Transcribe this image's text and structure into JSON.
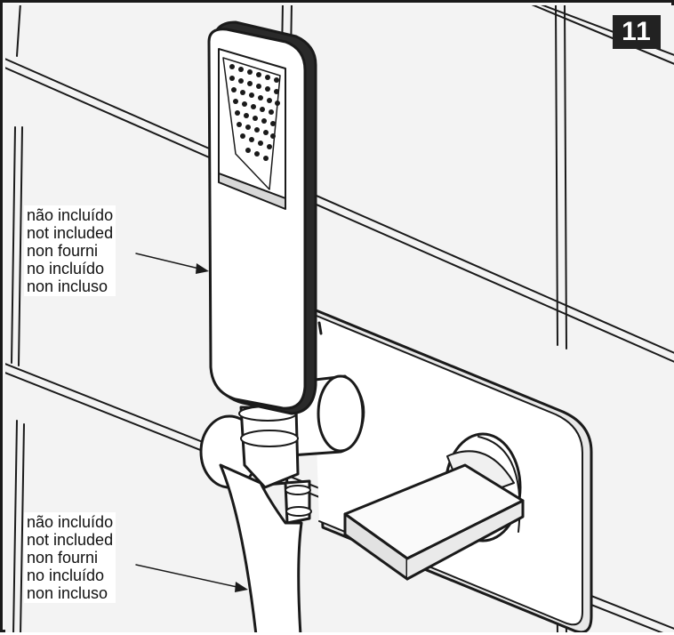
{
  "step_number": "11",
  "callouts": [
    {
      "lines": [
        "não incluído",
        "not included",
        "non fourni",
        "no incluído",
        "non incluso"
      ]
    },
    {
      "lines": [
        "não incluído",
        "not included",
        "non fourni",
        "no incluído",
        "non incluso"
      ]
    }
  ]
}
